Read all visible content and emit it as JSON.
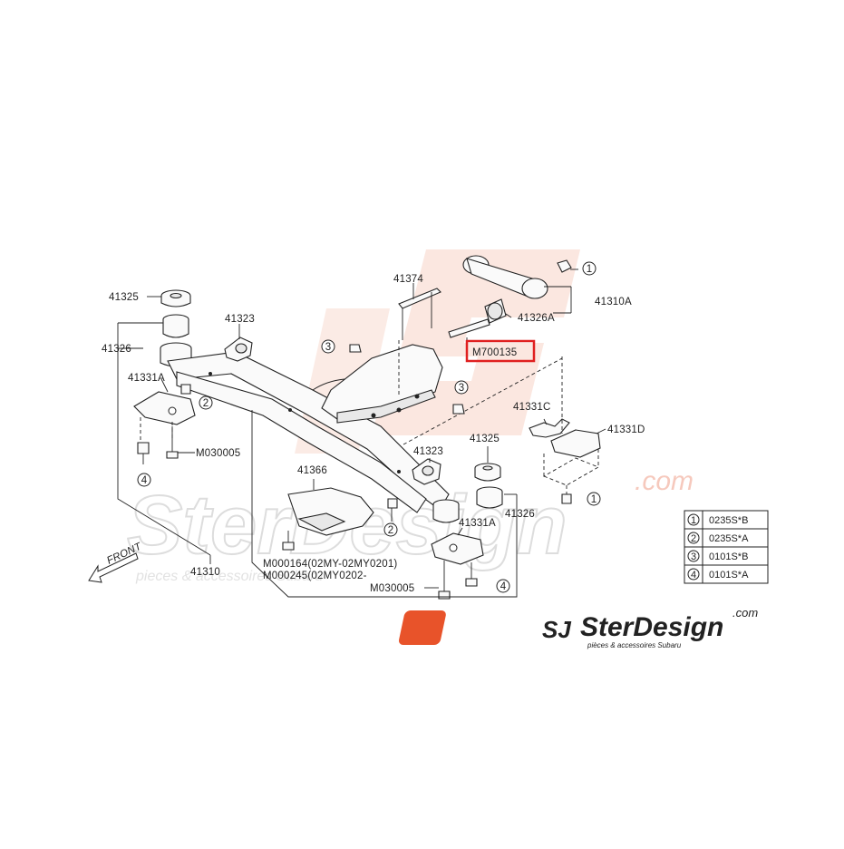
{
  "watermark": {
    "brand": "SterDesign",
    "com": ".com",
    "tagline": "pieces & accessoires Subaru"
  },
  "logo": {
    "brand": "SterDesign",
    "com": ".com",
    "tagline": "pièces & accessoires Subaru"
  },
  "labels": {
    "p41325_left": "41325",
    "p41326_left": "41326",
    "p41323_top": "41323",
    "p41331A_left": "41331A",
    "m030005_left": "M030005",
    "p41374": "41374",
    "m700135": "M700135",
    "p41310A": "41310A",
    "p41326A": "41326A",
    "p41331C": "41331C",
    "p41331D": "41331D",
    "p41323_mid": "41323",
    "p41325_right": "41325",
    "p41326_right": "41326",
    "p41331A_right": "41331A",
    "p41366": "41366",
    "m000164": "M000164(02MY-02MY0201)",
    "m000245": "M000245(02MY0202-",
    "m030005_bottom": "M030005",
    "p41310": "41310",
    "front": "FRONT"
  },
  "callouts": {
    "c1": "1",
    "c2": "2",
    "c3": "3",
    "c4": "4"
  },
  "legend": [
    {
      "num": "1",
      "code": "0235S*B"
    },
    {
      "num": "2",
      "code": "0235S*A"
    },
    {
      "num": "3",
      "code": "0101S*B"
    },
    {
      "num": "4",
      "code": "0101S*A"
    }
  ],
  "colors": {
    "highlight": "#e02020",
    "logo_orange": "#e8532a",
    "logo_dark": "#2a2a2a",
    "watermark_orange": "#f7d2c6"
  }
}
